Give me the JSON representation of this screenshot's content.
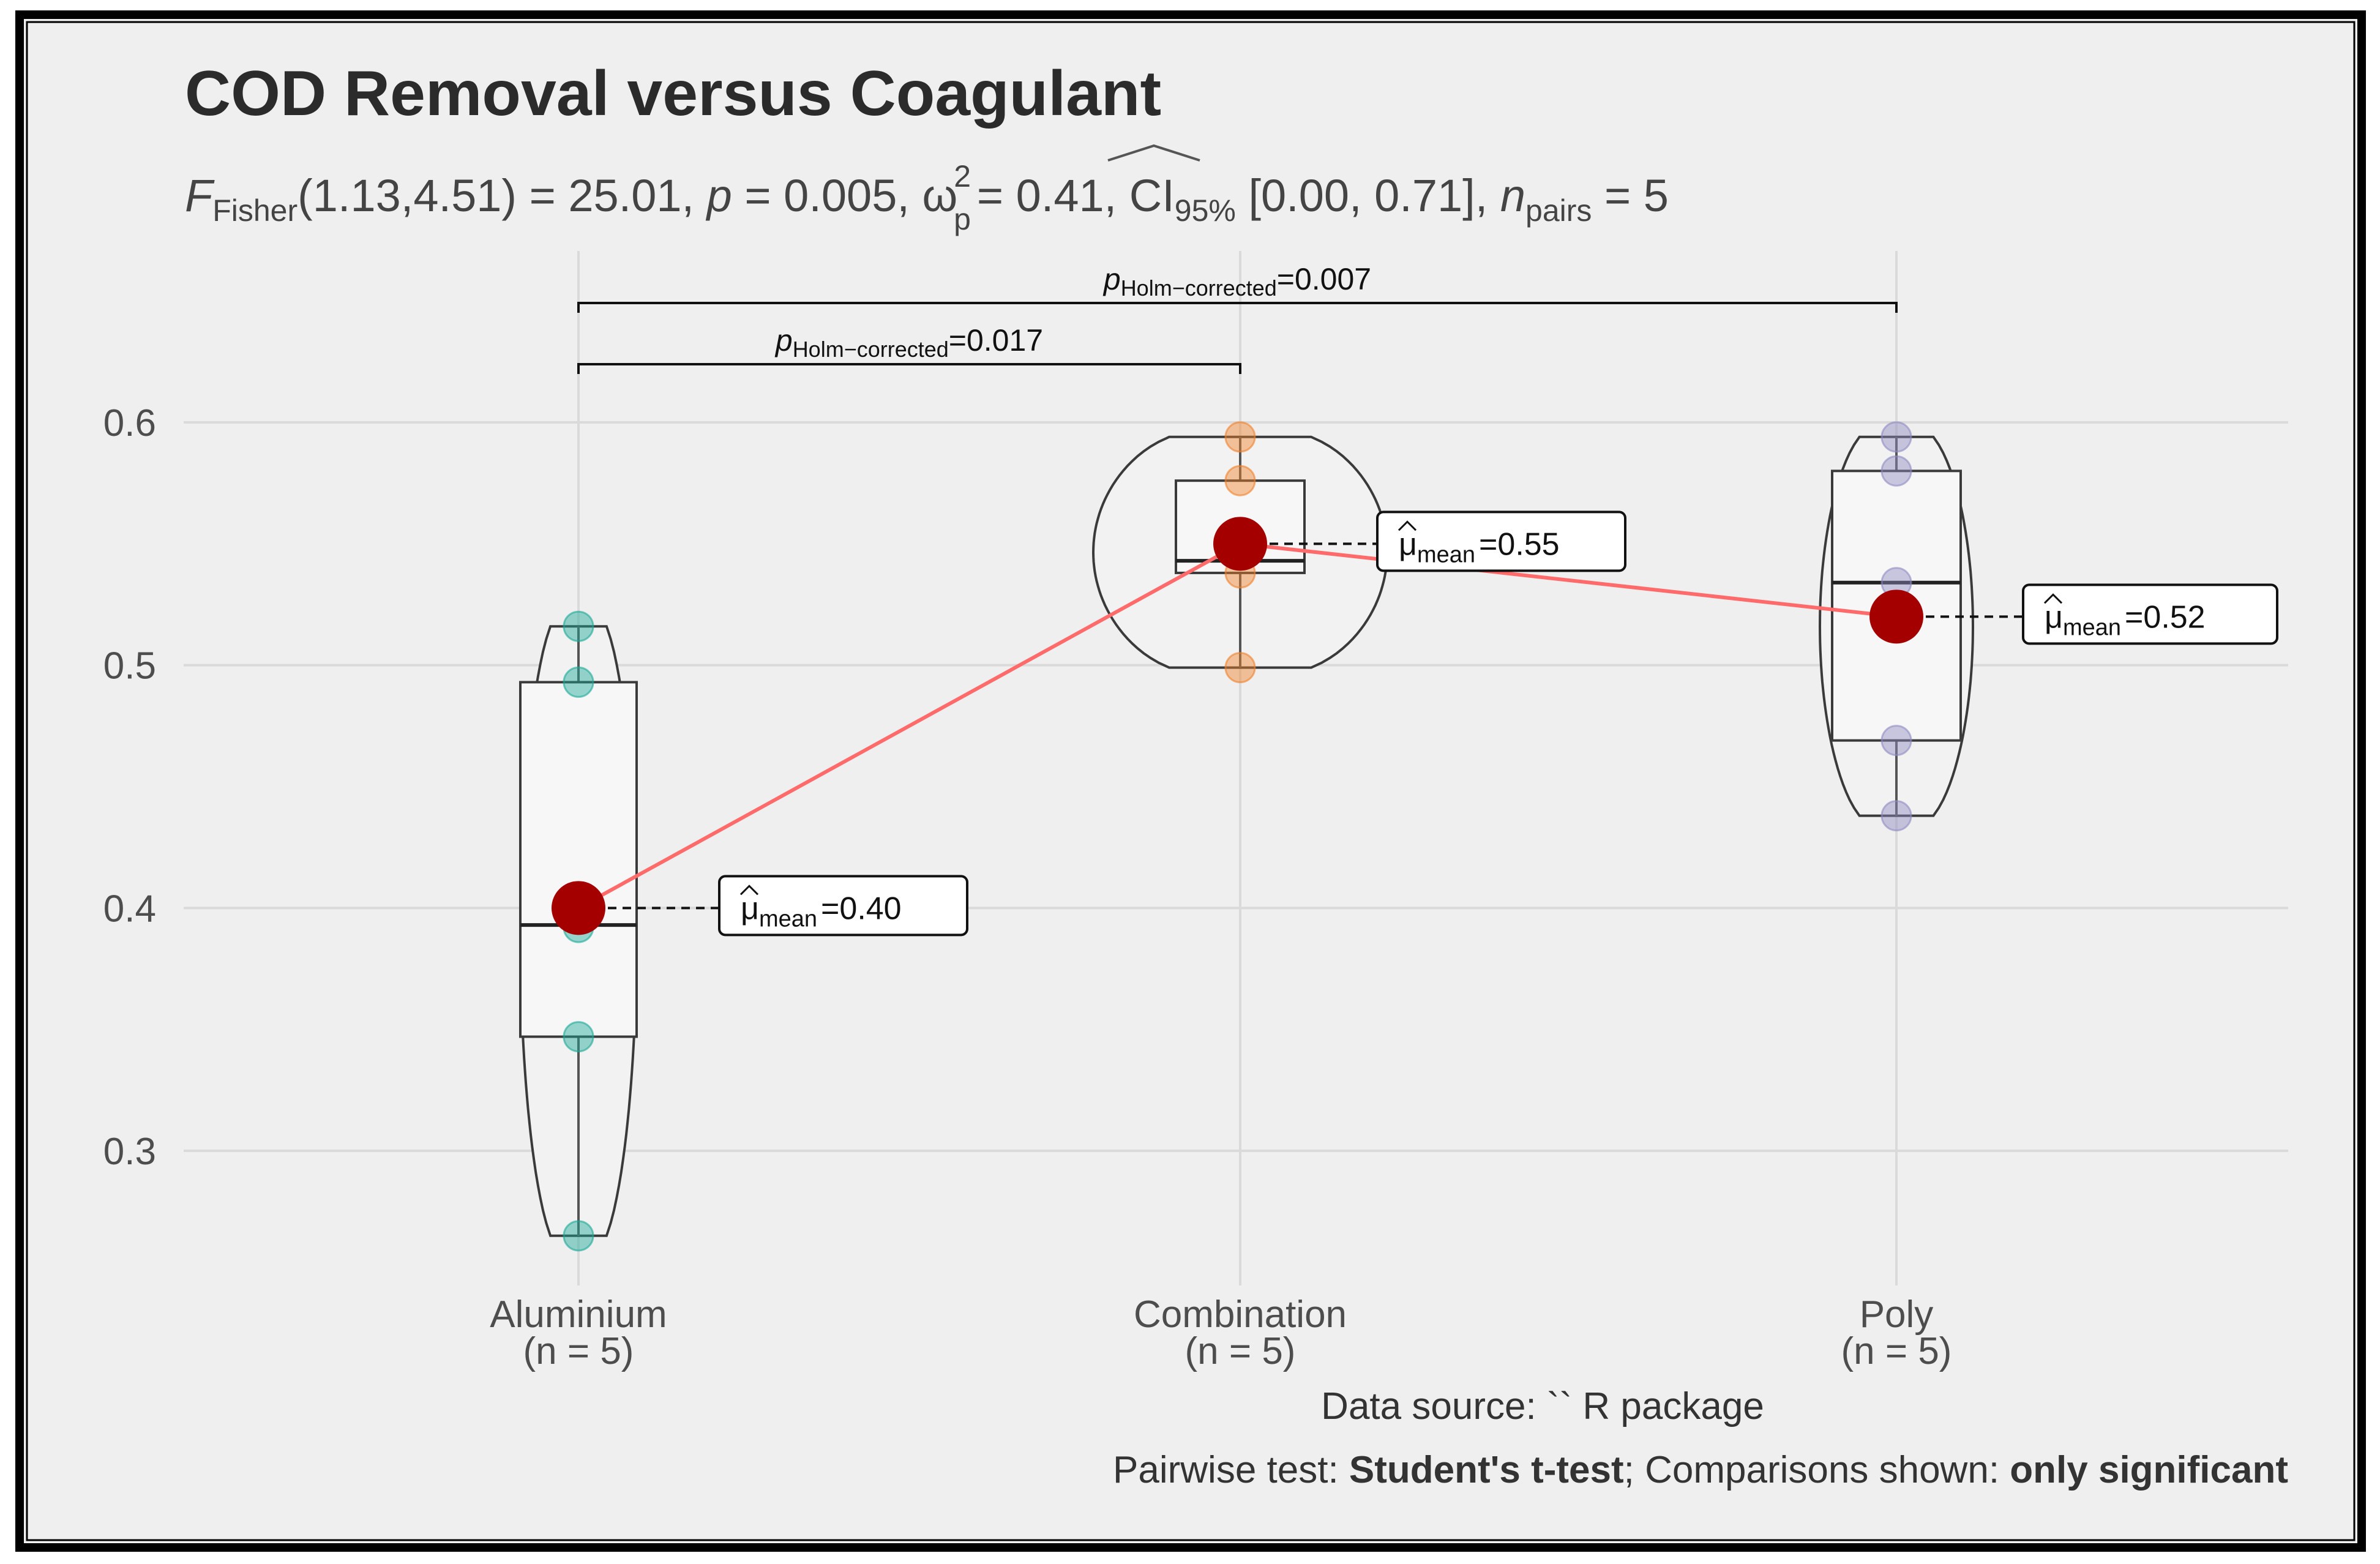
{
  "chart_data": {
    "type": "violin-box",
    "title": "COD Removal versus Coagulant",
    "subtitle": {
      "f_sym": "F",
      "f_sub": "Fisher",
      "df": "(1.13,4.51) = 25.01,",
      "p_sym": "p",
      "p_val": "= 0.005,",
      "omega_sym": "ω",
      "omega_sup": "2",
      "omega_sub": "p",
      "omega_val": "= 0.41, CI",
      "ci_sub": "95%",
      "ci_val": "[0.00, 0.71],",
      "n_sym": "n",
      "n_sub": "pairs",
      "n_val": "= 5"
    },
    "ylim": [
      0.24,
      0.66
    ],
    "yticks": [
      {
        "value": 0.3,
        "label": "0.3"
      },
      {
        "value": 0.4,
        "label": "0.4"
      },
      {
        "value": 0.5,
        "label": "0.5"
      },
      {
        "value": 0.6,
        "label": "0.6"
      }
    ],
    "grid": true,
    "groups": [
      {
        "name": "Aluminium",
        "n_label": "(n = 5)",
        "color": "#1ba896",
        "points": [
          0.265,
          0.347,
          0.392,
          0.493,
          0.516
        ],
        "box": {
          "q1": 0.347,
          "median": 0.393,
          "q3": 0.493,
          "whisker_low": 0.265,
          "whisker_high": 0.516
        },
        "mean": 0.4,
        "mean_label": "=0.40"
      },
      {
        "name": "Combination",
        "n_label": "(n = 5)",
        "color": "#f0812a",
        "points": [
          0.499,
          0.538,
          0.548,
          0.576,
          0.594
        ],
        "box": {
          "q1": 0.538,
          "median": 0.543,
          "q3": 0.576,
          "whisker_low": 0.499,
          "whisker_high": 0.594
        },
        "mean": 0.55,
        "mean_label": "=0.55"
      },
      {
        "name": "Poly",
        "n_label": "(n = 5)",
        "color": "#8d8ac2",
        "points": [
          0.438,
          0.469,
          0.534,
          0.58,
          0.594
        ],
        "box": {
          "q1": 0.469,
          "median": 0.534,
          "q3": 0.58,
          "whisker_low": 0.438,
          "whisker_high": 0.594
        },
        "mean": 0.52,
        "mean_label": "=0.52"
      }
    ],
    "mean_symbol": "μ",
    "mean_sub": "mean",
    "mean_color": "#a50000",
    "mean_line_color": "#ff6b6b",
    "pairwise": [
      {
        "from": 0,
        "to": 1,
        "p_sym": "p",
        "p_sub": "Holm−corrected",
        "p_val": "=0.017"
      },
      {
        "from": 0,
        "to": 2,
        "p_sym": "p",
        "p_sub": "Holm−corrected",
        "p_val": "=0.007"
      }
    ],
    "caption": {
      "data_source": "Data source: `` R package",
      "pairwise_prefix": "Pairwise test: ",
      "pairwise_test": "Student's t-test",
      "comparisons_prefix": "; Comparisons shown: ",
      "comparisons_value": "only significant"
    }
  },
  "colors": {
    "panel_background": "#efefef",
    "grid": "#dadada",
    "frame": "#000000"
  }
}
